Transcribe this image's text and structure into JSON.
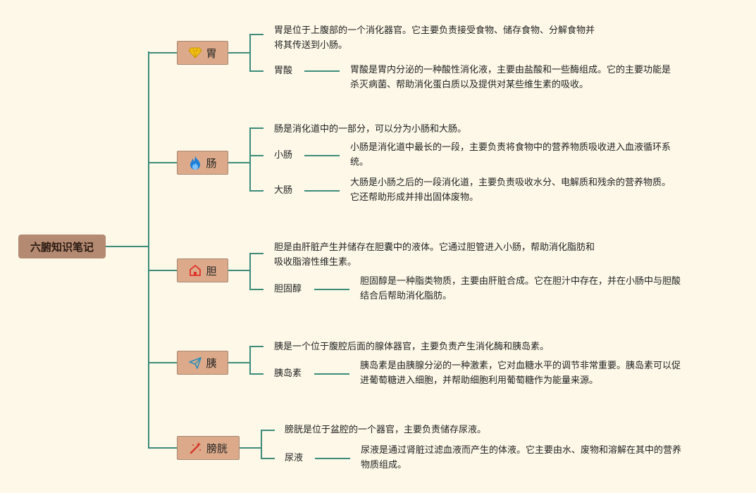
{
  "root": {
    "label": "六腑知识笔记"
  },
  "branches": [
    {
      "label": "胃",
      "icon": "diamond-icon",
      "description": [
        "胃是位于上腹部的一个消化器官。它主要负责接受食物、储存食物、分解食物并",
        "将其传送到小肠。"
      ],
      "children": [
        {
          "label": "胃酸",
          "description": [
            "胃酸是胃内分泌的一种酸性消化液，主要由盐酸和一些酶组成。它的主要功能是",
            "杀灭病菌、帮助消化蛋白质以及提供对某些维生素的吸收。"
          ]
        }
      ]
    },
    {
      "label": "肠",
      "icon": "flame-icon",
      "description": [
        "肠是消化道中的一部分，可以分为小肠和大肠。"
      ],
      "children": [
        {
          "label": "小肠",
          "description": [
            "小肠是消化道中最长的一段，主要负责将食物中的营养物质吸收进入血液循环系",
            "统。"
          ]
        },
        {
          "label": "大肠",
          "description": [
            "大肠是小肠之后的一段消化道，主要负责吸收水分、电解质和残余的营养物质。",
            "它还帮助形成并排出固体废物。"
          ]
        }
      ]
    },
    {
      "label": "胆",
      "icon": "home-icon",
      "description": [
        "胆是由肝脏产生并储存在胆囊中的液体。它通过胆管进入小肠，帮助消化脂肪和",
        "吸收脂溶性维生素。"
      ],
      "children": [
        {
          "label": "胆固醇",
          "description": [
            "胆固醇是一种脂类物质，主要由肝脏合成。它在胆汁中存在，并在小肠中与胆酸",
            "结合后帮助消化脂肪。"
          ]
        }
      ]
    },
    {
      "label": "胰",
      "icon": "paper-plane-icon",
      "description": [
        "胰是一个位于腹腔后面的腺体器官，主要负责产生消化酶和胰岛素。"
      ],
      "children": [
        {
          "label": "胰岛素",
          "description": [
            "胰岛素是由胰腺分泌的一种激素，它对血糖水平的调节非常重要。胰岛素可以促",
            "进葡萄糖进入细胞，并帮助细胞利用葡萄糖作为能量来源。"
          ]
        }
      ]
    },
    {
      "label": "膀胱",
      "icon": "magic-wand-icon",
      "description": [
        "膀胱是位于盆腔的一个器官，主要负责储存尿液。"
      ],
      "children": [
        {
          "label": "尿液",
          "description": [
            "尿液是通过肾脏过滤血液而产生的体液。它主要由水、废物和溶解在其中的营养",
            "物质组成。"
          ]
        }
      ]
    }
  ],
  "colors": {
    "background": "#fdf8e8",
    "line": "#3d8c7a",
    "root": "#b58a72",
    "node": "#dcaa8a"
  }
}
